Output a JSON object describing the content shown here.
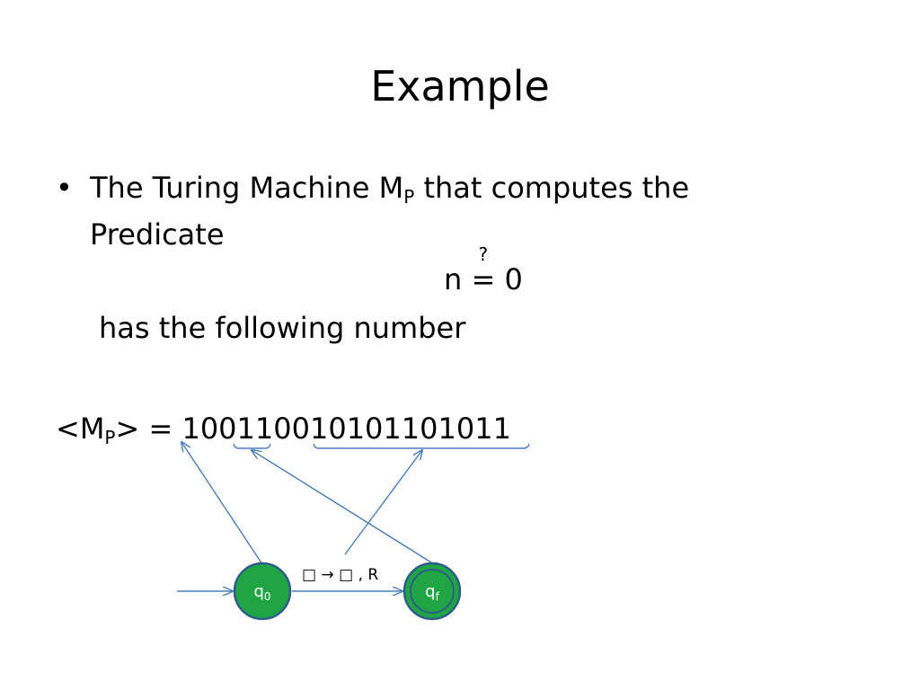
{
  "slide": {
    "title": "Example",
    "bullet": {
      "symbol": "•",
      "text_before": "The Turing Machine M",
      "subscript": "P",
      "text_after": " that computes the Predicate"
    },
    "formula": {
      "lhs": "n ",
      "relation": "=",
      "over_symbol": "?",
      "rhs": " 0"
    },
    "line3": "has the following number",
    "encoding": {
      "prefix": "<M",
      "subscript": "P",
      "middle": "> = ",
      "digits": "10011001010110101 1"
    }
  },
  "diagram": {
    "stroke_color": "#4a7ebb",
    "state_fill": "#1fa543",
    "state_stroke": "#2e5d8a",
    "states": [
      {
        "name": "q",
        "subscript": "0",
        "accepting": false
      },
      {
        "name": "q",
        "subscript": "f",
        "accepting": true
      }
    ],
    "transition_label": "□ → □ , R"
  }
}
